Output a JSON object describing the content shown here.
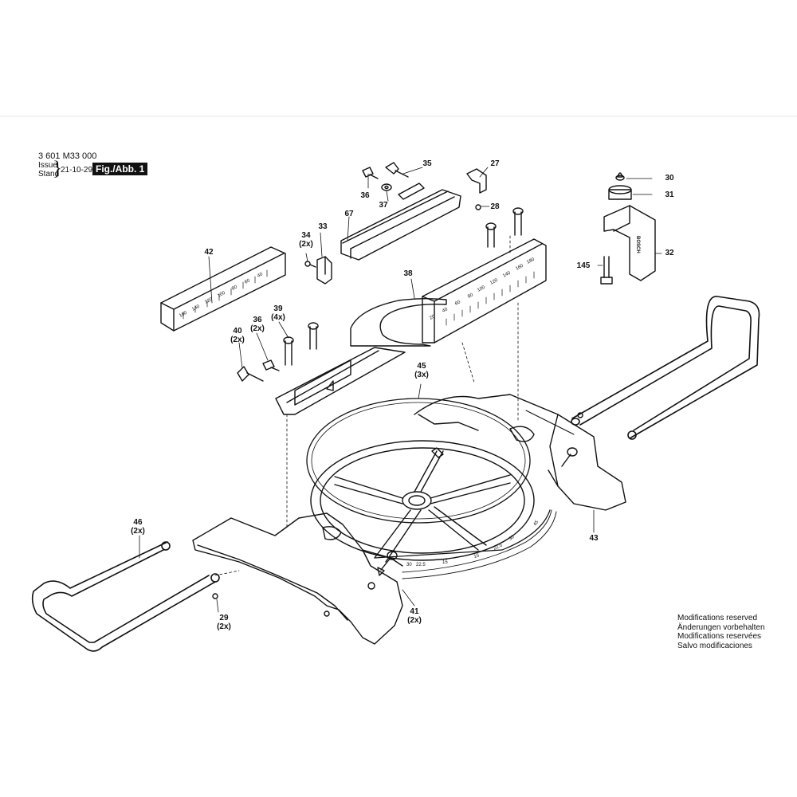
{
  "header": {
    "doc_number": "3 601 M33 000",
    "issue_label": "Issue",
    "stand_label": "Stand",
    "date": "21-10-29",
    "figure_label": "Fig./Abb. 1"
  },
  "notes": [
    "Modifications reserved",
    "Änderungen vorbehalten",
    "Modifications reservées",
    "Salvo modificaciones"
  ],
  "callouts": {
    "c27": {
      "num": "27",
      "qty": ""
    },
    "c28": {
      "num": "28",
      "qty": ""
    },
    "c29": {
      "num": "29",
      "qty": "(2x)"
    },
    "c30": {
      "num": "30",
      "qty": ""
    },
    "c31": {
      "num": "31",
      "qty": ""
    },
    "c32": {
      "num": "32",
      "qty": ""
    },
    "c33": {
      "num": "33",
      "qty": ""
    },
    "c34": {
      "num": "34",
      "qty": "(2x)"
    },
    "c35": {
      "num": "35",
      "qty": ""
    },
    "c36a": {
      "num": "36",
      "qty": ""
    },
    "c36b": {
      "num": "36",
      "qty": "(2x)"
    },
    "c37": {
      "num": "37",
      "qty": ""
    },
    "c38": {
      "num": "38",
      "qty": ""
    },
    "c39": {
      "num": "39",
      "qty": "(4x)"
    },
    "c40": {
      "num": "40",
      "qty": "(2x)"
    },
    "c41": {
      "num": "41",
      "qty": "(2x)"
    },
    "c42": {
      "num": "42",
      "qty": ""
    },
    "c43": {
      "num": "43",
      "qty": ""
    },
    "c45": {
      "num": "45",
      "qty": "(3x)"
    },
    "c46": {
      "num": "46",
      "qty": "(2x)"
    },
    "c67": {
      "num": "67",
      "qty": ""
    },
    "c145": {
      "num": "145",
      "qty": ""
    }
  },
  "scales": {
    "right_fence": [
      "20",
      "40",
      "60",
      "80",
      "100",
      "120",
      "140",
      "160",
      "180"
    ],
    "left_fence": [
      "160",
      "140",
      "120",
      "100",
      "80",
      "60",
      "40"
    ],
    "miter": [
      "30",
      "22.5",
      "15",
      "15",
      "22.5",
      "30",
      "45"
    ]
  },
  "stop_block_mark": "BOSCH",
  "colors": {
    "line": "#111111",
    "background": "#ffffff"
  }
}
